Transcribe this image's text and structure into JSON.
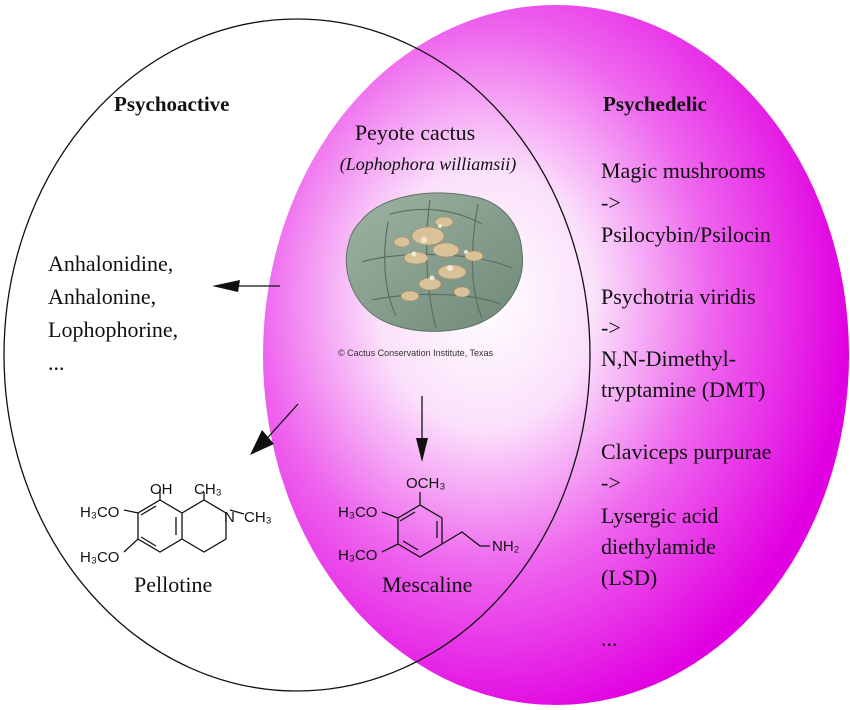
{
  "left_set": {
    "title": "Psychoactive"
  },
  "right_set": {
    "title": "Psychedelic"
  },
  "colors": {
    "psychedelic_fill": "#e100e1",
    "outline": "#111111"
  },
  "intersection": {
    "title": "Peyote cactus",
    "subtitle": "(Lophophora williamsii)",
    "photo_credit": "© Cactus Conservation Institute, Texas",
    "product": "Mescaline"
  },
  "left_items": [
    "Anhalonidine,",
    "Anhalonine,",
    "Lophophorine,",
    "..."
  ],
  "left_compound": "Pellotine",
  "pellotine_labels": {
    "oh": "OH",
    "ch3_top": "CH₃",
    "n": "N",
    "ch3_right": "CH₃",
    "h3co_upper": "H₃CO",
    "h3co_lower": "H₃CO"
  },
  "mescaline_labels": {
    "och3": "OCH₃",
    "h3co_upper": "H₃CO",
    "h3co_lower": "H₃CO",
    "nh2": "NH₂"
  },
  "right_groups": [
    {
      "source": "Magic mushrooms",
      "arrow": "->",
      "compound": [
        "Psilocybin/Psilocin"
      ]
    },
    {
      "source": "Psychotria viridis",
      "arrow": "->",
      "compound": [
        "N,N-Dimethyl-",
        "tryptamine (DMT)"
      ]
    },
    {
      "source": "Claviceps purpurae",
      "arrow": "->",
      "compound": [
        "Lysergic acid",
        "diethylamide",
        "(LSD)"
      ]
    }
  ],
  "right_ellipsis": "..."
}
